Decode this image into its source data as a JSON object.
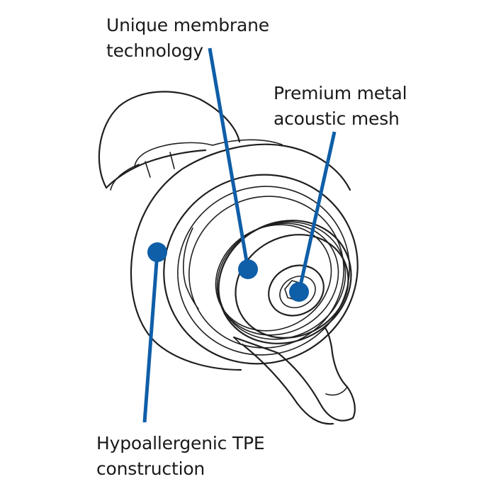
{
  "labels": {
    "membrane": {
      "line1": "Unique membrane",
      "line2": "technology"
    },
    "mesh": {
      "line1": "Premium metal",
      "line2": "acoustic mesh"
    },
    "tpe": {
      "line1": "Hypoallergenic TPE",
      "line2": "construction"
    }
  },
  "colors": {
    "accent": "#0f5ea8",
    "outline": "#1f1f1f",
    "background": "#ffffff"
  }
}
